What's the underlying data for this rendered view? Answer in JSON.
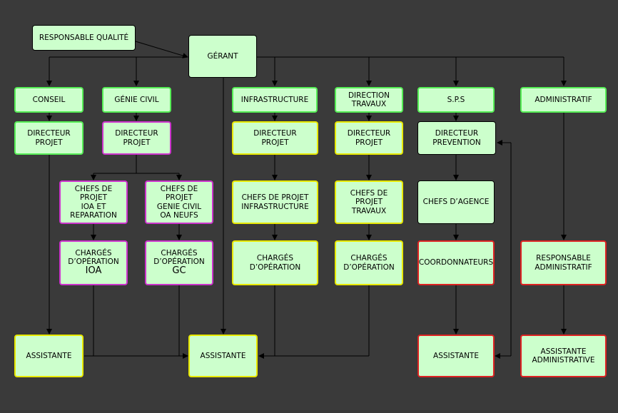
{
  "chart": {
    "nodes": {
      "responsable_qualite": "RESPONSABLE QUALITÉ",
      "gerant": "GÉRANT",
      "conseil": "CONSEIL",
      "genie_civil": "GÉNIE CIVIL",
      "infrastructure": "INFRASTRUCTURE",
      "direction_travaux": "DIRECTION\nTRAVAUX",
      "sps": "S.P.S",
      "administratif": "ADMINISTRATIF",
      "dir_projet_conseil": "DIRECTEUR\nPROJET",
      "dir_projet_gc": "DIRECTEUR\nPROJET",
      "dir_projet_infra": "DIRECTEUR\nPROJET",
      "dir_projet_travaux": "DIRECTEUR\nPROJET",
      "dir_prevention": "DIRECTEUR\nPREVENTION",
      "cdp_ioa": "CHEFS DE PROJET\nIOA ET\nREPARATION",
      "cdp_gc": "CHEFS DE PROJET\nGENIE CIVIL\nOA NEUFS",
      "cdp_infra": "CHEFS DE PROJET\nINFRASTRUCTURE",
      "cdp_travaux": "CHEFS DE PROJET\nTRAVAUX",
      "chefs_agence": "CHEFS D’AGENCE",
      "charges_ioa_a": "CHARGÉS\nD’OPÉRATION",
      "charges_ioa_b": "IOA",
      "charges_gc_a": "CHARGÉS\nD’OPÉRATION",
      "charges_gc_b": "GC",
      "charges_infra": "CHARGÉS\nD’OPÉRATION",
      "charges_travaux": "CHARGÉS\nD’OPÉRATION",
      "coordonnateurs": "COORDONNATEURS",
      "resp_admin": "RESPONSABLE\nADMINISTRATIF",
      "assistante_conseil": "ASSISTANTE",
      "assistante_centre": "ASSISTANTE",
      "assistante_sps": "ASSISTANTE",
      "assistante_admin": "ASSISTANTE\nADMINISTRATIVE"
    },
    "colors": {
      "background": "#3a3a3a",
      "box_fill": "#ccffcc",
      "border_green": "#55ee55",
      "border_yellow": "#e8e800",
      "border_magenta": "#cc33cc",
      "border_red": "#dd2222",
      "line": "#000000"
    }
  }
}
